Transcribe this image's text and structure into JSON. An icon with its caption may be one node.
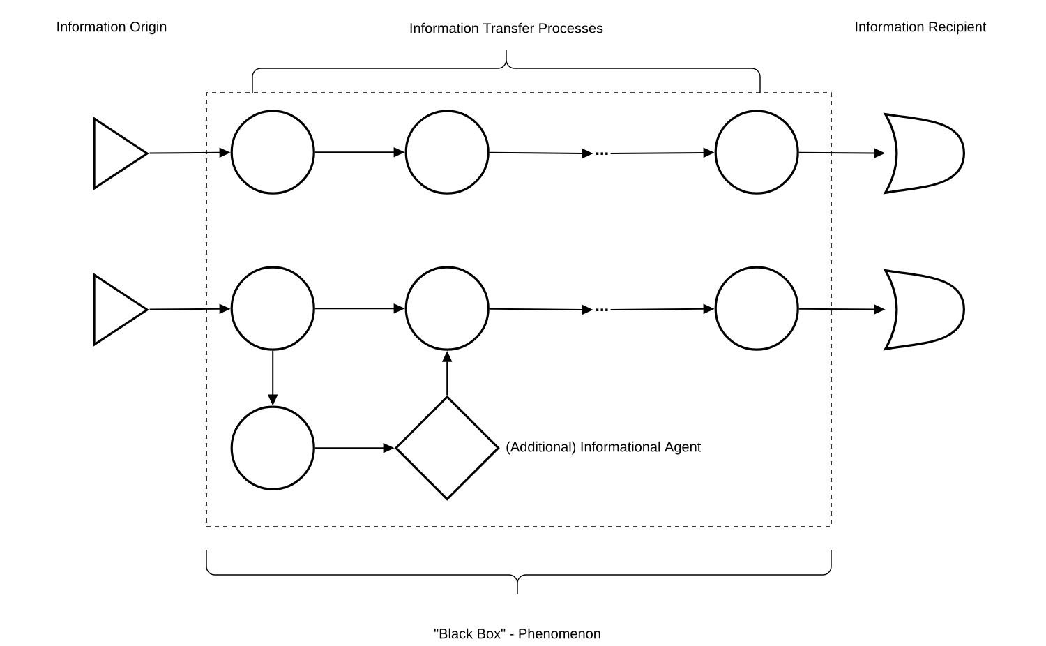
{
  "diagram": {
    "nodes": [
      {
        "text": [],
        "shape": "box"
      },
      {
        "text": [],
        "shape": "triangle"
      },
      {
        "text": [],
        "shape": "circle",
        "in": 0
      },
      {
        "text": [],
        "shape": "circle",
        "in": 0
      },
      {
        "text": [
          "..."
        ],
        "in": 0
      },
      {
        "text": [],
        "shape": "circle",
        "in": 0
      },
      {
        "text": [],
        "shape": "crescent"
      },
      {
        "text": [],
        "shape": "triangle"
      },
      {
        "text": [],
        "shape": "circle",
        "in": 0
      },
      {
        "text": [],
        "shape": "circle",
        "in": 0
      },
      {
        "text": [
          "..."
        ],
        "in": 0
      },
      {
        "text": [],
        "shape": "circle",
        "in": 0
      },
      {
        "text": [],
        "shape": "crescent"
      },
      {
        "text": [],
        "shape": "circle",
        "in": 0
      },
      {
        "text": [],
        "shape": "diamond",
        "in": 0,
        "beside": [
          "(Additional) Informational Agent"
        ]
      }
    ],
    "edges": [
      {
        "from": 1,
        "to": 2,
        "arrow": "to"
      },
      {
        "from": 2,
        "to": 3,
        "arrow": "to"
      },
      {
        "from": 3,
        "to": 4,
        "arrow": "to"
      },
      {
        "from": 4,
        "to": 5,
        "arrow": "to"
      },
      {
        "from": 5,
        "to": 6,
        "arrow": "to"
      },
      {
        "from": 7,
        "to": 8,
        "arrow": "to"
      },
      {
        "from": 8,
        "to": 9,
        "arrow": "to"
      },
      {
        "from": 9,
        "to": 10,
        "arrow": "to"
      },
      {
        "from": 10,
        "to": 11,
        "arrow": "to"
      },
      {
        "from": 11,
        "to": 12,
        "arrow": "to"
      },
      {
        "from": 8,
        "to": 13,
        "arrow": "to"
      },
      {
        "from": 13,
        "to": 14,
        "arrow": "to"
      },
      {
        "from": 14,
        "to": 9,
        "arrow": "to"
      }
    ],
    "labels": [
      "Information Origin",
      "Information Transfer Processes",
      "Information Recipient",
      "\"Black Box\" - Phenomenon"
    ]
  }
}
